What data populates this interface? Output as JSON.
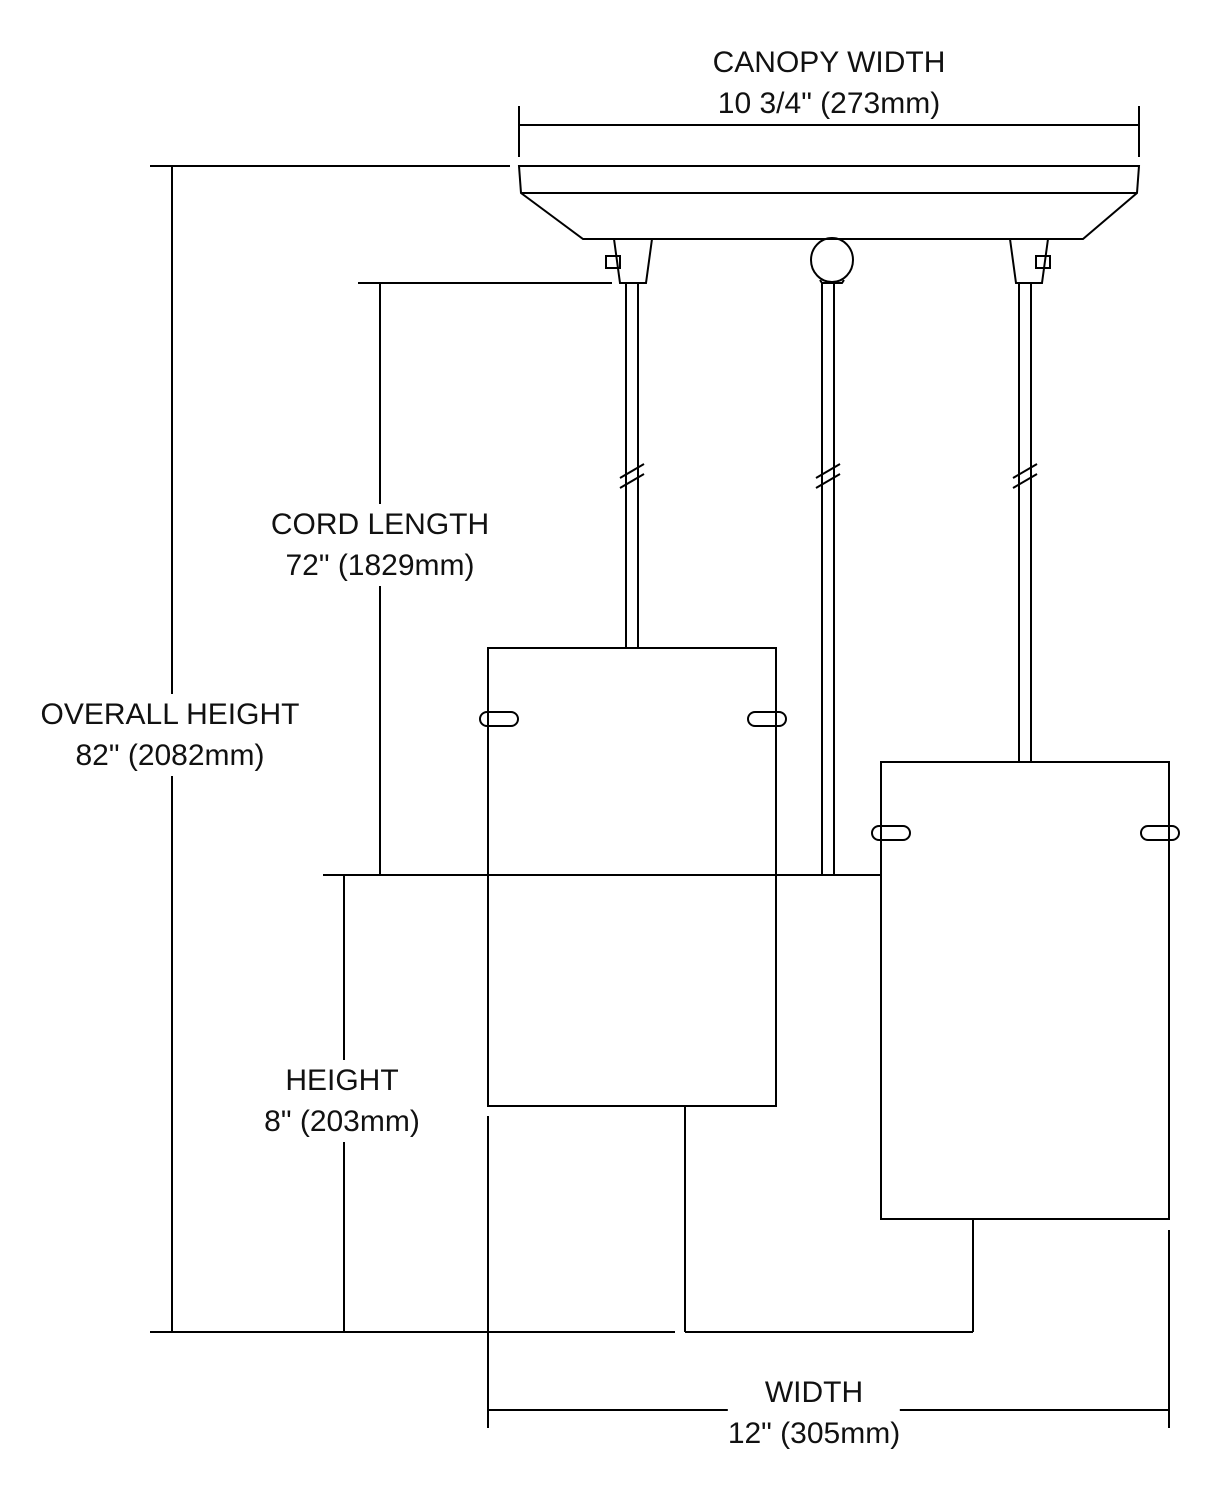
{
  "canopy_width": {
    "title": "CANOPY WIDTH",
    "value": "10 3/4\" (273mm)"
  },
  "cord_length": {
    "title": "CORD LENGTH",
    "value": "72\" (1829mm)"
  },
  "overall_height": {
    "title": "OVERALL HEIGHT",
    "value": "82\" (2082mm)"
  },
  "height": {
    "title": "HEIGHT",
    "value": "8\" (203mm)"
  },
  "width": {
    "title": "WIDTH",
    "value": "12\" (305mm)"
  }
}
